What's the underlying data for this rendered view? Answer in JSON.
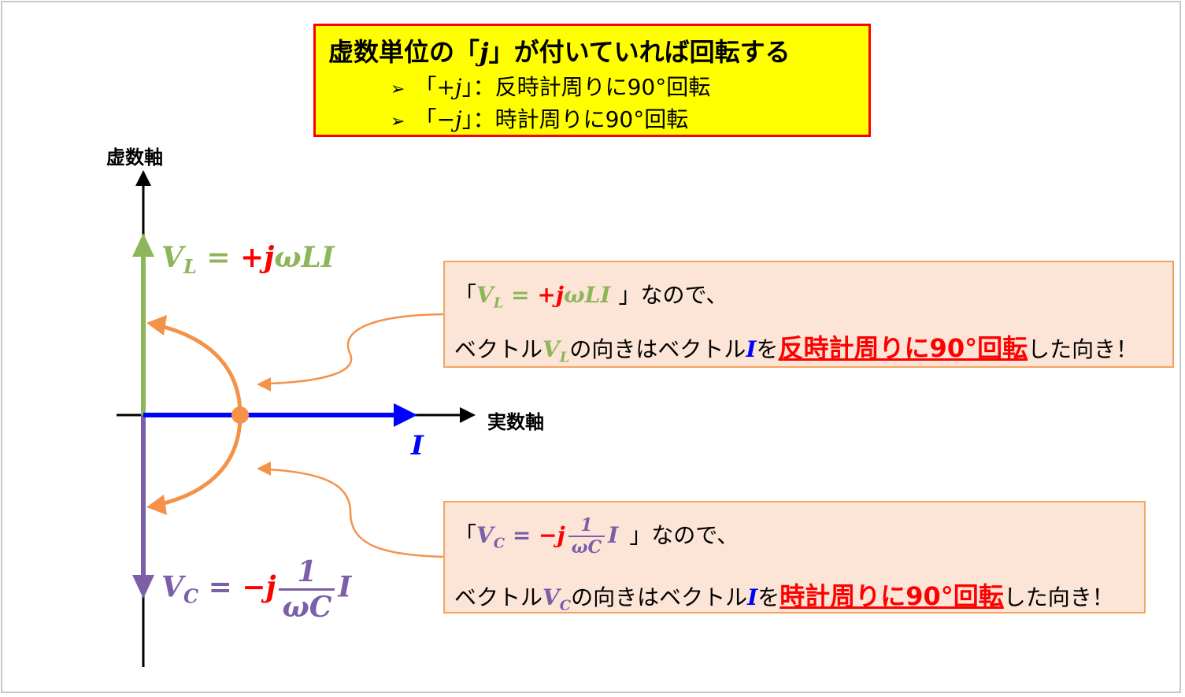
{
  "title": {
    "prefix": "虚数単位の「",
    "j": "j",
    "suffix": "」が付いていれば回転する"
  },
  "bullets": [
    {
      "marker": "➢",
      "open": "「+",
      "j": "j",
      "close": "」：反時計周りに90°回転"
    },
    {
      "marker": "➢",
      "open": "「−",
      "j": "j",
      "close": "」：時計周りに90°回転"
    }
  ],
  "axes": {
    "imaginary": "虚数軸",
    "real": "実数軸"
  },
  "vectors": {
    "VL": {
      "lhs": "V",
      "sub": "L",
      "eq": " = ",
      "sign": "+",
      "j": "j",
      "rest": "ωL",
      "I": "I"
    },
    "VC": {
      "lhs": "V",
      "sub": "C",
      "eq": " = ",
      "sign": "−",
      "j": "j",
      "num": "1",
      "den": "ωC",
      "I": "I"
    },
    "I": {
      "label": "I"
    }
  },
  "notes": {
    "n1": {
      "open": "「",
      "close": "」なので、",
      "line2_a": "ベクトル",
      "line2_b": "の向きはベクトル",
      "line2_c": "を",
      "emph": "反時計周りに90°回転",
      "tail": "した向き！"
    },
    "n2": {
      "open": "「",
      "close": "」なので、",
      "line2_a": "ベクトル",
      "line2_b": "の向きはベクトル",
      "line2_c": "を",
      "emph": "時計周りに90°回転",
      "tail": "した向き！"
    }
  },
  "colors": {
    "VL": "#8db55a",
    "VC": "#7b5fa8",
    "I": "#0000ff",
    "j": "#ff0000",
    "arc": "#f4924a",
    "box_fill": "#ffff00",
    "box_border": "#ff0000",
    "note_fill": "#fce4d6"
  }
}
